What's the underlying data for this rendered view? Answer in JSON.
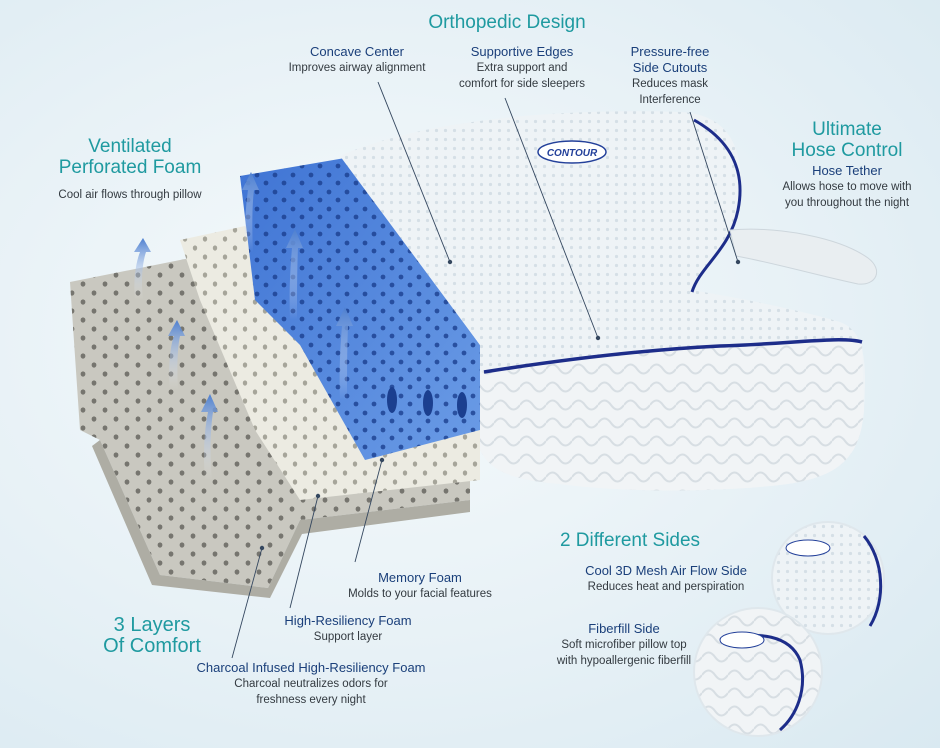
{
  "headings": {
    "orthopedic_design": "Orthopedic Design",
    "ventilated_1": "Ventilated",
    "ventilated_2": "Perforated Foam",
    "ultimate_1": "Ultimate",
    "ultimate_2": "Hose Control",
    "layers_1": "3 Layers",
    "layers_2": "Of Comfort",
    "sides": "2 Different Sides"
  },
  "features": {
    "concave": {
      "title": "Concave Center",
      "desc": "Improves airway alignment"
    },
    "edges": {
      "title": "Supportive Edges",
      "desc_1": "Extra support and",
      "desc_2": "comfort for side sleepers"
    },
    "cutouts": {
      "title_1": "Pressure-free",
      "title_2": "Side Cutouts",
      "desc_1": "Reduces mask",
      "desc_2": "Interference"
    },
    "ventilated": {
      "desc": "Cool air flows through pillow"
    },
    "hose": {
      "title": "Hose Tether",
      "desc_1": "Allows hose to move with",
      "desc_2": "you throughout the night"
    },
    "memory": {
      "title": "Memory Foam",
      "desc": "Molds to your facial features"
    },
    "high_res": {
      "title": "High-Resiliency Foam",
      "desc": "Support layer"
    },
    "charcoal": {
      "title": "Charcoal Infused High-Resiliency Foam",
      "desc_1": "Charcoal neutralizes odors for",
      "desc_2": "freshness every night"
    },
    "mesh_side": {
      "title": "Cool 3D Mesh Air Flow Side",
      "desc": "Reduces heat and perspiration"
    },
    "fiberfill_side": {
      "title": "Fiberfill Side",
      "desc_1": "Soft microfiber pillow top",
      "desc_2": "with hypoallergenic fiberfill"
    }
  },
  "logo_text": "CONTOUR",
  "colors": {
    "heading_teal": "#1f9aa0",
    "label_navy": "#1a3f7a",
    "memory_foam_blue": "#4a7fd6",
    "piping_navy": "#1d2d8a",
    "charcoal_foam": "#c9c8c0"
  }
}
